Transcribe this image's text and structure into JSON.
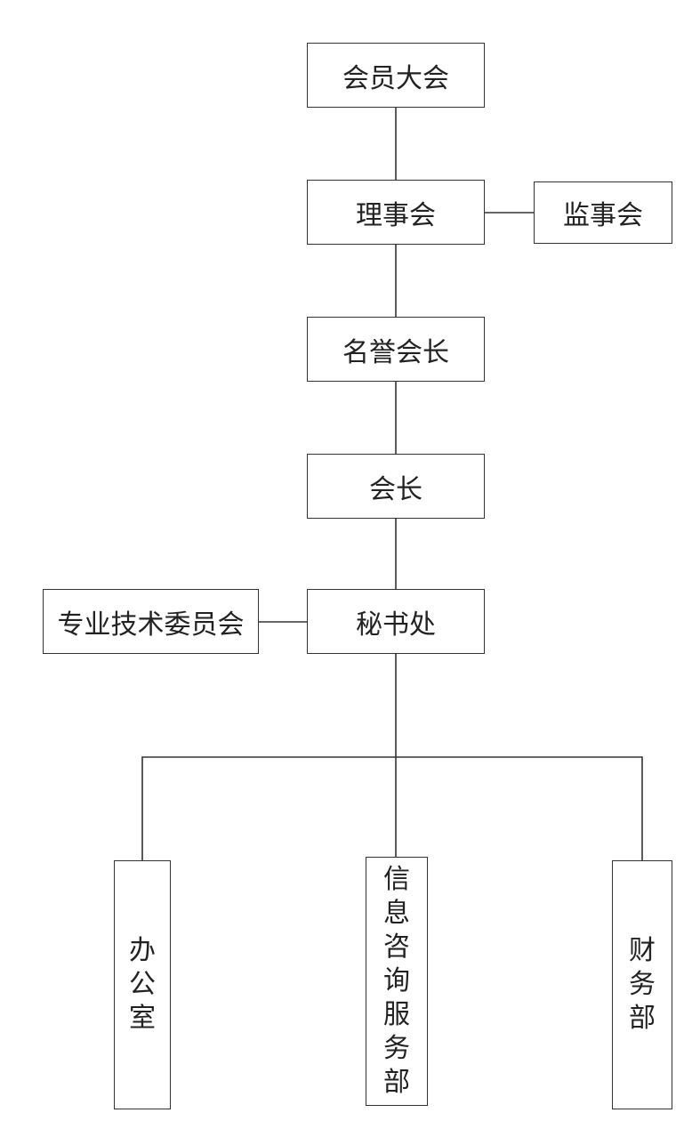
{
  "nodes": {
    "general_assembly": "会员大会",
    "council": "理事会",
    "supervisory_board": "监事会",
    "honorary_president": "名誉会长",
    "president": "会长",
    "secretariat": "秘书处",
    "technical_committee": "专业技术委员会",
    "office": [
      "办",
      "公",
      "室"
    ],
    "info_service_dept": [
      "信",
      "息",
      "咨",
      "询",
      "服",
      "务",
      "部"
    ],
    "finance_dept": [
      "财",
      "务",
      "部"
    ]
  },
  "colors": {
    "line": "#333333",
    "text": "#222222",
    "background": "#ffffff"
  }
}
